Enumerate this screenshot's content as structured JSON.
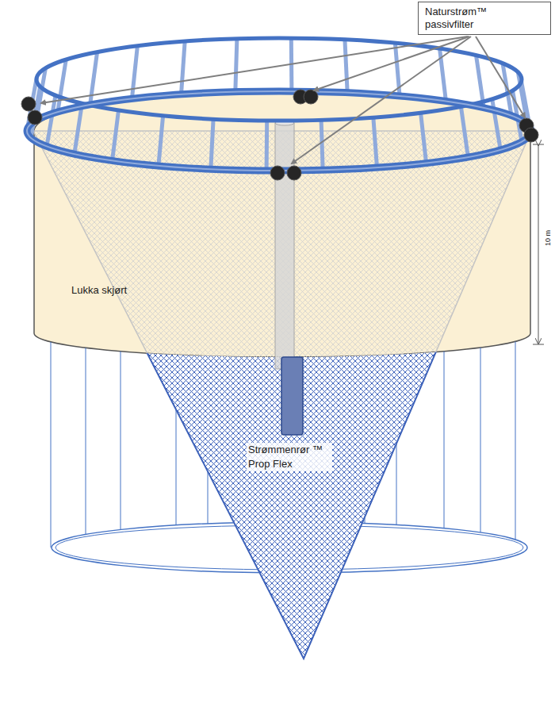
{
  "diagram": {
    "nodes": [
      {
        "text": [
          "Naturstrøm™ passivfilter"
        ]
      },
      {
        "text": [
          "Lukka skjørt"
        ]
      }
    ],
    "labels": [
      "10 m",
      "Strømmenrør ™ Prop Flex"
    ]
  }
}
